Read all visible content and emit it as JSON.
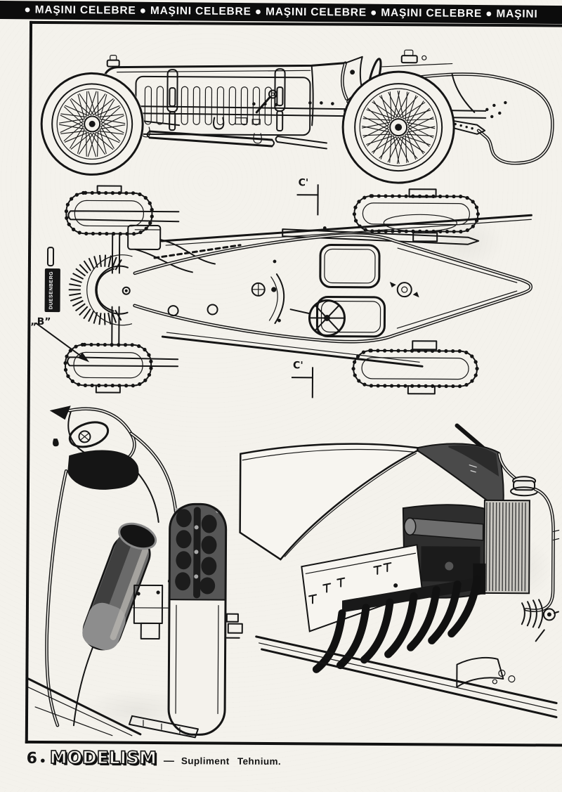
{
  "colors": {
    "paper": "#f4f2ec",
    "ink": "#151515",
    "band_background": "#0c0c0c",
    "band_text": "#f8f8f8",
    "shade_dark": "#2e2e2e",
    "shade_mid": "#6a6a6a"
  },
  "header": {
    "banner_text": "● MAŞINI CELEBRE ● MAŞINI CELEBRE ● MAŞINI CELEBRE ● MAŞINI CELEBRE ● MAŞINI"
  },
  "annotations": {
    "section_mark_top": "C'",
    "section_mark_bottom": "C'",
    "wheel_label": "„B”",
    "radiator_badge": "DUESENBERG"
  },
  "footer": {
    "page_number": "6",
    "bullet": "●",
    "magazine_logo": "MODELISM",
    "separator": "—",
    "supplement": "Supliment Tehnium."
  }
}
